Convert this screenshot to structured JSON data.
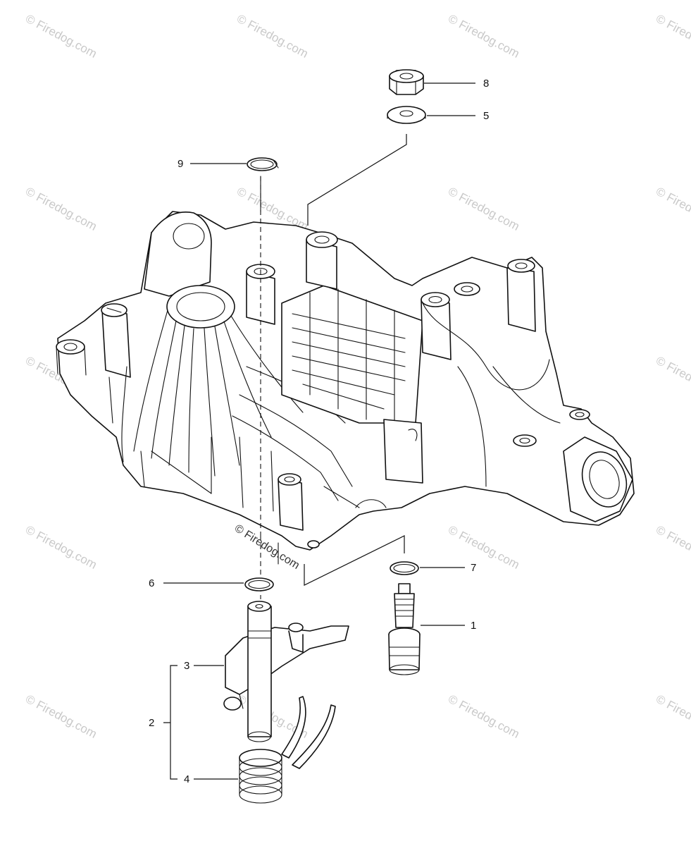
{
  "watermark": {
    "text": "© Firedog.com"
  },
  "callouts": {
    "c1": "1",
    "c2": "2",
    "c3": "3",
    "c4": "4",
    "c5": "5",
    "c6": "6",
    "c7": "7",
    "c8": "8",
    "c9": "9"
  },
  "colors": {
    "line": "#111111",
    "watermark": "#c9c9c9",
    "background": "#ffffff"
  }
}
